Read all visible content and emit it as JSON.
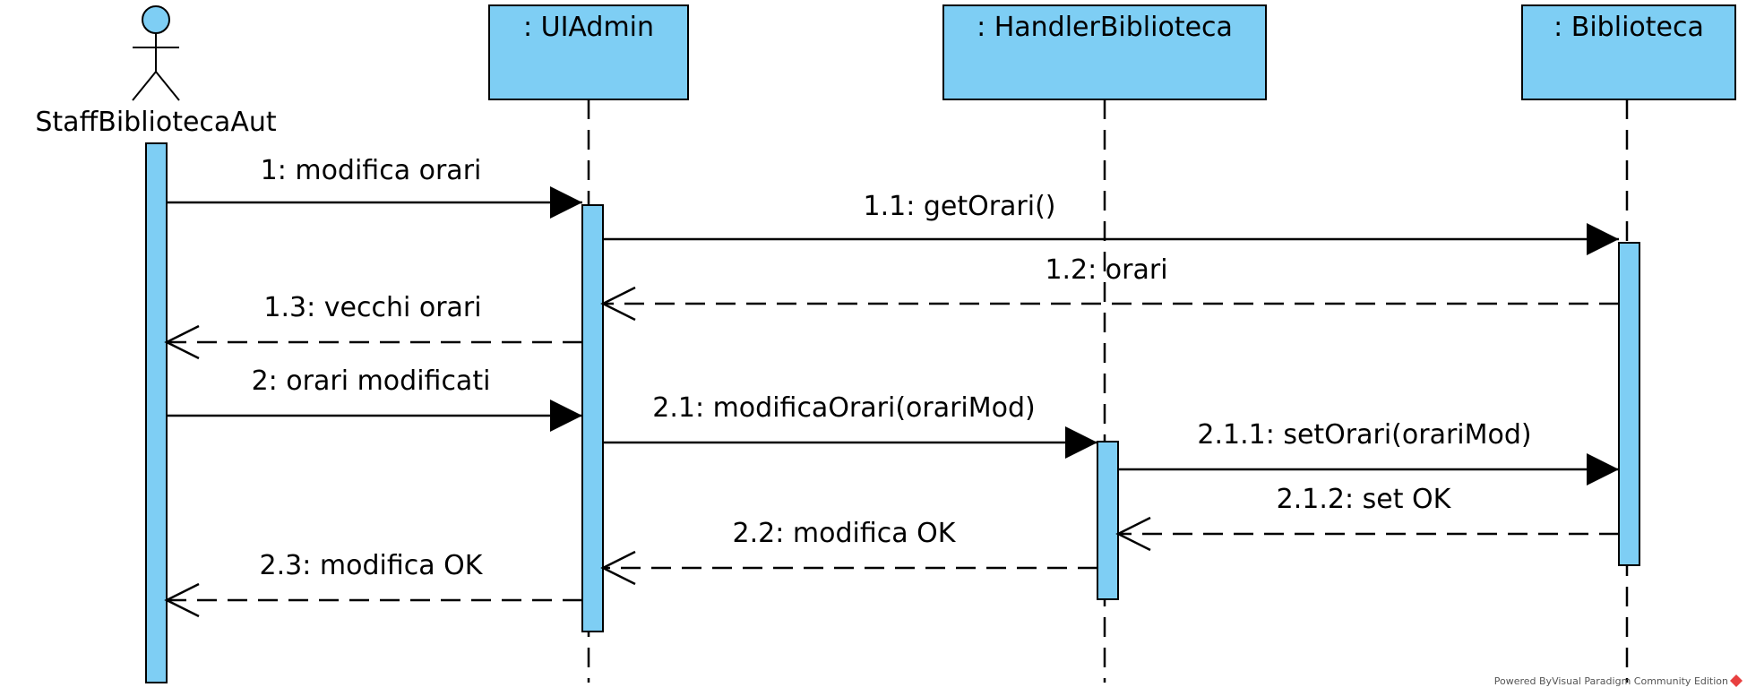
{
  "colors": {
    "fill": "#7ECEF4",
    "stroke": "#000000",
    "logo": "#E84040"
  },
  "actor": {
    "name": "StaffBibliotecaAut"
  },
  "lifelines": [
    {
      "id": "uiadmin",
      "label": ": UIAdmin"
    },
    {
      "id": "handler",
      "label": ": HandlerBiblioteca"
    },
    {
      "id": "biblioteca",
      "label": ": Biblioteca"
    }
  ],
  "messages": [
    {
      "id": "m1",
      "label": "1: modifica orari",
      "kind": "sync",
      "from": "actor",
      "to": "uiadmin"
    },
    {
      "id": "m11",
      "label": "1.1: getOrari()",
      "kind": "sync",
      "from": "uiadmin",
      "to": "biblioteca"
    },
    {
      "id": "m12",
      "label": "1.2: orari",
      "kind": "return",
      "from": "biblioteca",
      "to": "uiadmin"
    },
    {
      "id": "m13",
      "label": "1.3: vecchi orari",
      "kind": "return",
      "from": "uiadmin",
      "to": "actor"
    },
    {
      "id": "m2",
      "label": "2: orari modificati",
      "kind": "sync",
      "from": "actor",
      "to": "uiadmin"
    },
    {
      "id": "m21",
      "label": "2.1: modificaOrari(orariMod)",
      "kind": "sync",
      "from": "uiadmin",
      "to": "handler"
    },
    {
      "id": "m211",
      "label": "2.1.1: setOrari(orariMod)",
      "kind": "sync",
      "from": "handler",
      "to": "biblioteca"
    },
    {
      "id": "m212",
      "label": "2.1.2: set OK",
      "kind": "return",
      "from": "biblioteca",
      "to": "handler"
    },
    {
      "id": "m22",
      "label": "2.2: modifica OK",
      "kind": "return",
      "from": "handler",
      "to": "uiadmin"
    },
    {
      "id": "m23",
      "label": "2.3: modifica OK",
      "kind": "return",
      "from": "uiadmin",
      "to": "actor"
    }
  ],
  "footer": {
    "text": "Powered By⁣Visual Paradigm Community Edition",
    "logo_icon": "visual-paradigm-logo-icon"
  }
}
